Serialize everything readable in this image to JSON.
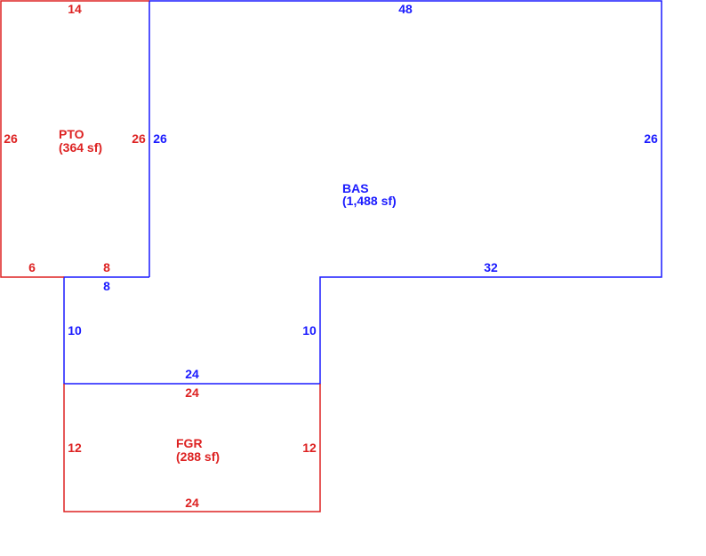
{
  "colors": {
    "red": "#dd2222",
    "blue": "#1a1aff",
    "background": "#ffffff"
  },
  "areas": {
    "pto": {
      "name": "PTO",
      "size": "(364 sf)"
    },
    "bas": {
      "name": "BAS",
      "size": "(1,488 sf)"
    },
    "fgr": {
      "name": "FGR",
      "size": "(288 sf)"
    }
  },
  "dimensions": {
    "pto": {
      "top": "14",
      "left": "26",
      "right": "26",
      "bottom_left": "6",
      "bottom_right": "8"
    },
    "bas": {
      "top": "48",
      "left_upper": "26",
      "right": "26",
      "bottom_right": "32",
      "step_bottom": "8",
      "left_lower": "10",
      "inner_right": "10",
      "bottom": "24"
    },
    "fgr": {
      "top": "24",
      "left": "12",
      "right": "12",
      "bottom": "24"
    }
  }
}
